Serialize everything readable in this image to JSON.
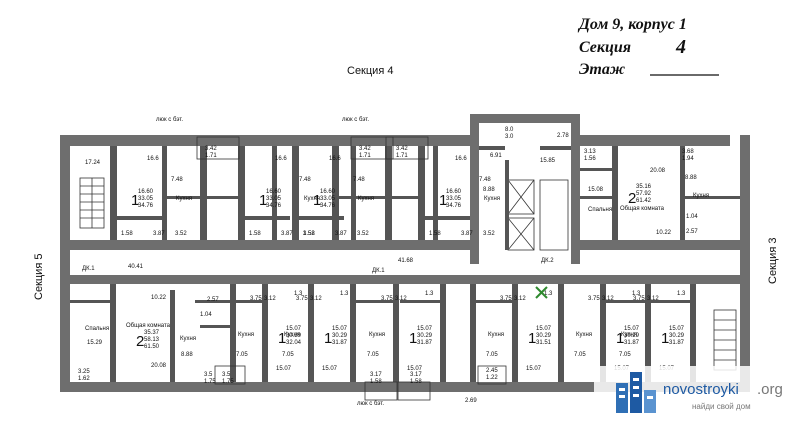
{
  "header": {
    "line1": "Дом 9, корпус 1",
    "line2_label": "Секция",
    "section_number": "4",
    "line3_label": "Этаж"
  },
  "section_labels": {
    "top": "Секция 4",
    "left": "Секция 5",
    "right": "Секция 3"
  },
  "notes": {
    "hatch_top_1": "люк с бэт.",
    "hatch_top_2": "люк с бэт.",
    "hatch_bottom": "люк с бэт."
  },
  "corridors": {
    "main_left": "40.41",
    "main_right": "41.68",
    "bottom": "2.69",
    "dk1_a": "ДК.1",
    "dk1_b": "ДК.1",
    "dk2": "ДК.2"
  },
  "top_units": [
    {
      "rooms": "1",
      "total": "16.60",
      "b": "33.05",
      "c": "34.76",
      "room": "16.6",
      "k": "7.48",
      "b1": "1.58",
      "b2": "3.87",
      "b3": "3.52",
      "balc": "3.42",
      "balc2": "1.71"
    },
    {
      "rooms": "1",
      "total": "16.60",
      "b": "33.05",
      "c": "34.76",
      "room": "16.6",
      "k": "7.48",
      "b1": "1.58",
      "b2": "3.87",
      "b3": "3.52",
      "balc": "3.42",
      "balc2": "1.71"
    },
    {
      "rooms": "1",
      "total": "16.60",
      "b": "33.05",
      "c": "34.76",
      "room": "16.6",
      "k": "7.48",
      "b1": "1.58",
      "b2": "3.87",
      "b3": "3.52",
      "balc": "3.42",
      "balc2": "1.71"
    },
    {
      "rooms": "1",
      "total": "16.60",
      "b": "33.05",
      "c": "34.76",
      "room": "16.6",
      "k": "7.48",
      "b1": "1.58",
      "b2": "3.87",
      "b3": "3.52",
      "balc": "3.42",
      "balc2": "1.71"
    }
  ],
  "bottom_units": [
    {
      "rooms": "1",
      "a": "15.07",
      "b": "30.29",
      "c": "32.04",
      "k": "7.05",
      "room": "15.07",
      "n1": "3.75",
      "n2": "3.12",
      "n3": "1.3"
    },
    {
      "rooms": "1",
      "a": "15.07",
      "b": "30.29",
      "c": "31.87",
      "k": "7.05",
      "room": "15.07",
      "n1": "3.75",
      "n2": "3.12",
      "n3": "1.3"
    },
    {
      "rooms": "1",
      "a": "15.07",
      "b": "30.29",
      "c": "31.87",
      "k": "7.05",
      "room": "15.07",
      "n1": "3.75",
      "n2": "3.12",
      "n3": "1.3"
    },
    {
      "rooms": "1",
      "a": "15.07",
      "b": "30.29",
      "c": "31.51",
      "k": "7.05",
      "room": "15.07",
      "n1": "3.75",
      "n2": "3.12",
      "n3": "1.3"
    },
    {
      "rooms": "1",
      "a": "15.07",
      "b": "30.29",
      "c": "31.87",
      "k": "7.05",
      "room": "15.07",
      "n1": "3.75",
      "n2": "3.12",
      "n3": "1.3"
    },
    {
      "rooms": "1",
      "a": "15.07",
      "b": "30.29",
      "c": "31.87",
      "k": "7.05",
      "room": "15.07",
      "n1": "3.75",
      "n2": "3.12",
      "n3": "1.3"
    }
  ],
  "left_unit": {
    "rooms": "2",
    "a": "35.37",
    "b": "58.13",
    "c": "61.50",
    "common": "Общая комната",
    "bedroom": "Спальня",
    "kitchen": "Кухня",
    "bedroom_area": "15.29",
    "k_area": "8.88",
    "hall": "10.22",
    "l_area": "20.08",
    "corner": "17.24",
    "n1": "2.57",
    "n2": "1.04",
    "n3": "3.25",
    "n4": "1.62",
    "n5": "3.5",
    "n6": "1.75",
    "n7": "3.5",
    "n8": "1.75"
  },
  "right_unit": {
    "rooms": "2",
    "a": "35.16",
    "b": "57.92",
    "c": "61.42",
    "common": "Общая комната",
    "bedroom": "Спальня",
    "kitchen": "Кухня",
    "bedroom_area": "15.08",
    "k_area": "8.88",
    "hall": "10.22",
    "l_area": "20.08",
    "n1": "3.13",
    "n2": "1.56",
    "n3": "3.68",
    "n4": "1.94",
    "n5": "1.04",
    "n6": "2.57"
  },
  "core": {
    "n1": "8.0",
    "n2": "3.0",
    "n3": "2.78",
    "n4": "6.91",
    "n5": "15.85",
    "n6": "8.88",
    "bs1": "3.17",
    "bs2": "1.58",
    "bs3": "3.17",
    "bs4": "1.58",
    "bs5": "2.45",
    "bs6": "1.22"
  },
  "kitchen_label": "Кухня",
  "watermark": {
    "brand": "novostroyki",
    "tld": ".org",
    "tagline": "найди свой дом"
  }
}
